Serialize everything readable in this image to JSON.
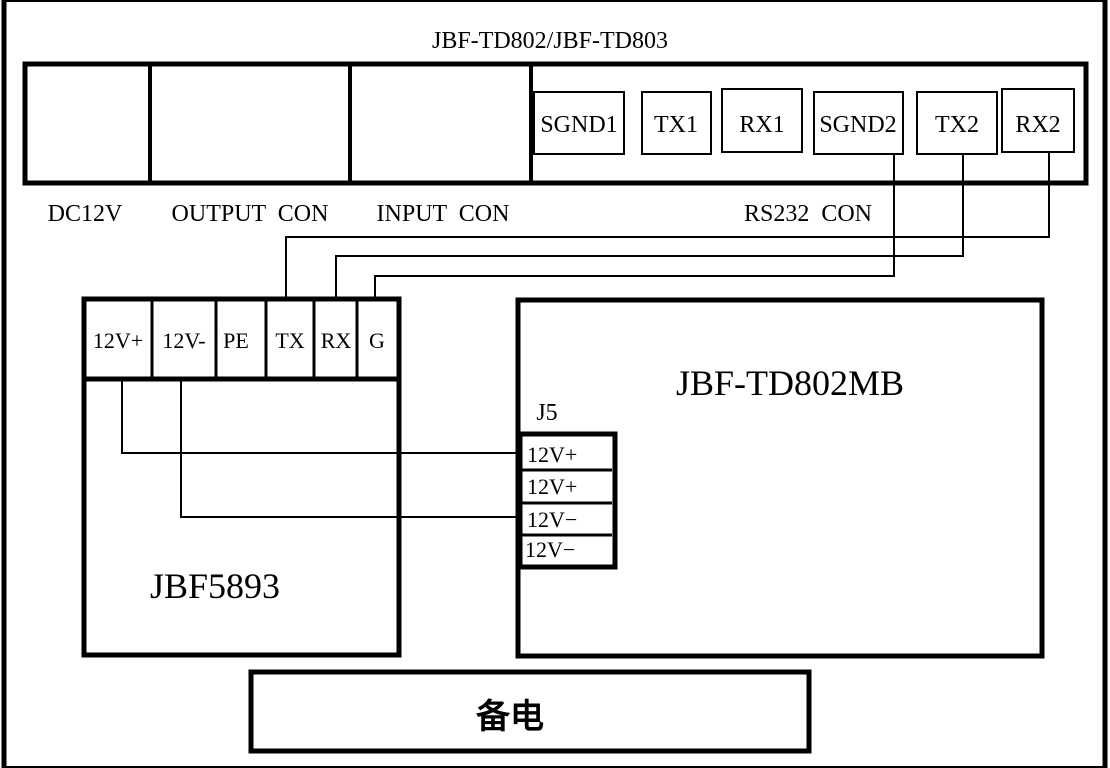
{
  "title": "JBF-TD802/JBF-TD803",
  "top_connectors": {
    "dc12v": "DC12V",
    "output": "OUTPUT  CON",
    "input": "INPUT  CON",
    "rs232": "RS232  CON",
    "rs232_pins": [
      "SGND1",
      "TX1",
      "RX1",
      "SGND2",
      "TX2",
      "RX2"
    ]
  },
  "jbf5893": {
    "name": "JBF5893",
    "pins": [
      "12V+",
      "12V-",
      "PE",
      "TX",
      "RX",
      "G"
    ]
  },
  "mainboard": {
    "name": "JBF-TD802MB",
    "connector_label": "J5",
    "j5_pins": [
      "12V+",
      "12V+",
      "12V−",
      "12V−"
    ]
  },
  "backup_power": "备电"
}
